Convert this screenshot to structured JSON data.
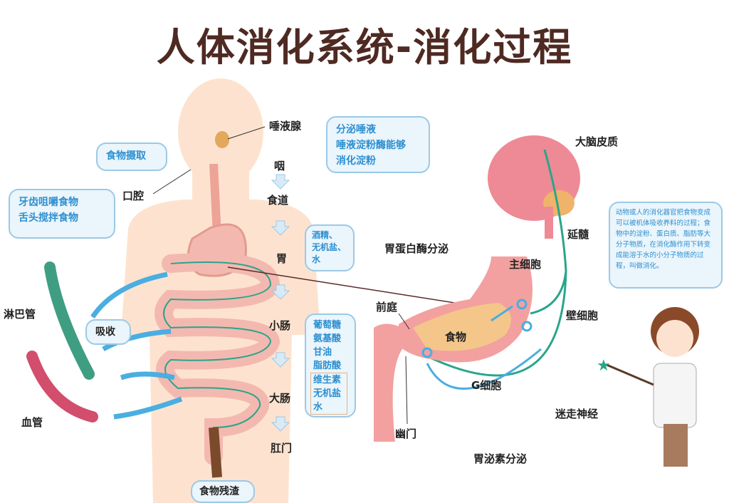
{
  "title": "人体消化系统-消化过程",
  "labels": {
    "salivary_gland": "唾液腺",
    "mouth": "口腔",
    "pharynx": "咽",
    "esophagus": "食道",
    "stomach": "胃",
    "small_intestine": "小肠",
    "large_intestine": "大肠",
    "anus": "肛门",
    "lymph": "淋巴管",
    "blood": "血管",
    "pepsin": "胃蛋白酶分泌",
    "chief_cell": "主细胞",
    "antrum": "前庭",
    "food": "食物",
    "parietal_cell": "壁细胞",
    "g_cell": "G细胞",
    "pylorus": "幽门",
    "vagus": "迷走神经",
    "gastrin": "胃泌素分泌",
    "cortex": "大脑皮质",
    "medulla": "延髓"
  },
  "boxes": {
    "intake": "食物摄取",
    "saliva": [
      "分泌唾液",
      "唾液淀粉酶能够",
      "消化淀粉"
    ],
    "teeth": [
      "牙齿咀嚼食物",
      "舌头搅拌食物"
    ],
    "absorb": "吸收",
    "stomach_absorb": [
      "酒精、",
      "无机盐、",
      "水"
    ],
    "intestine_absorb": [
      "葡萄糖",
      "氨基酸",
      "甘油",
      "脂肪酸",
      "维生素",
      "无机盐",
      "水"
    ],
    "residue": "食物残渣",
    "definition": "动物或人的消化器官把食物变成可以被机体吸收养料的过程；食物中的淀粉、蛋白质、脂肪等大分子物质，在消化酶作用下转变成能溶于水的小分子物质的过程，叫做消化。"
  }
}
